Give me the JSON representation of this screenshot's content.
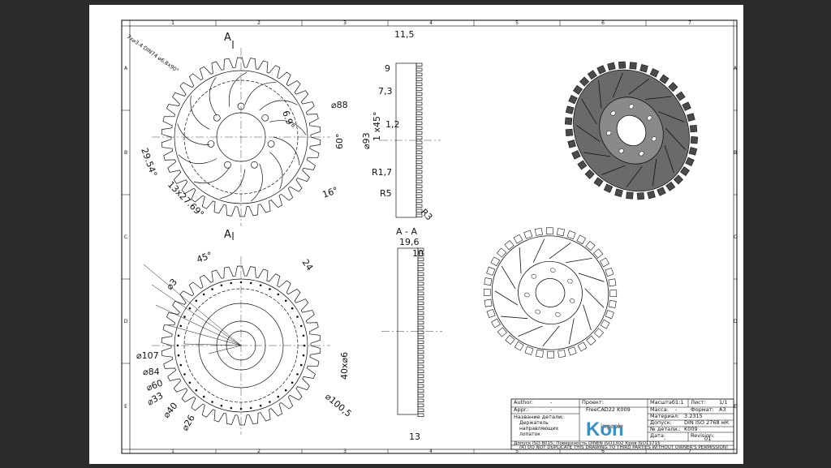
{
  "frame": {
    "col_labels": [
      "1",
      "2",
      "3",
      "4",
      "5",
      "6",
      "7"
    ],
    "row_labels": [
      "A",
      "B",
      "C",
      "D",
      "E"
    ]
  },
  "views": {
    "section_marker": "A",
    "section_title": "A - A"
  },
  "dimensions": {
    "hole_note": "7x⌀3.4 DIN74 ⌀6.8x90°",
    "d88": "⌀88",
    "a69": "6.9°",
    "a60": "60°",
    "a2954": "29.54°",
    "a1327": "13x27.69°",
    "a16": "16°",
    "d93": "⌀93",
    "w115": "11,5",
    "w9": "9",
    "w73": "7,3",
    "ch": "1 x45°",
    "w12": "1,2",
    "r17": "R1,7",
    "r5": "R5",
    "r3": "R3",
    "a45": "45°",
    "d3": "⌀3",
    "l24": "24",
    "d107": "⌀107",
    "d84": "⌀84",
    "d60": "⌀60",
    "d33": "⌀33",
    "d40": "⌀40",
    "d26": "⌀26",
    "l40x6": "40x⌀6",
    "d1005": "⌀100,5",
    "w196": "19,6",
    "w10": "10",
    "w13": "13"
  },
  "title_block": {
    "author_label": "Author:",
    "author_value": "-",
    "appr_label": "Appr.:",
    "appr_value": "-",
    "project_label": "Проект:",
    "project_value": "FreeCAD22 K009",
    "scale_label": "Масштаб:",
    "scale_value": "1:1",
    "sheet_label": "Лист:",
    "sheet_value": "1/1",
    "mass_label": "Масса:",
    "mass_value": "-",
    "format_label": "Формат:",
    "format_value": "A3",
    "name_label": "Название детали:",
    "name_value": "Держатель направляющих лопаток",
    "material_label": "Материал:",
    "material_value": "3.2315",
    "tolerance_label": "Допуск:",
    "tolerance_value": "DIN ISO 2768 мК",
    "partno_label": "№ детали.:",
    "partno_value": "K009",
    "date_label": "Дата:",
    "date_value": "-",
    "revision_label": "Revision:",
    "revision_value": "01",
    "logo_text": "Kon",
    "logo_sub": "ingenie",
    "footer1": "Допуск ISO 8015; Поверхность DINEN ISO1302 Кров ISO13715",
    "footer2": "(R) DO NOT DUPLICATE THIS DRAWING TO THIRD PARTIES WITHOUT OWNER'S PERMISSION!"
  },
  "colors": {
    "logo_blue": "#3a8fc4",
    "logo_grey": "#7a7a7a",
    "background": "#2b2b2b"
  }
}
